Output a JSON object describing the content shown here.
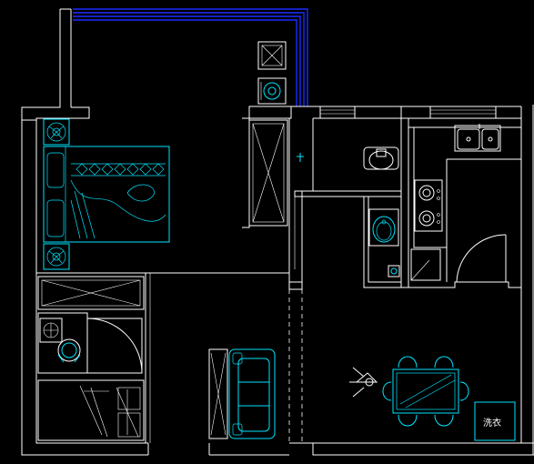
{
  "drawing": {
    "background": "#000000",
    "wall_color": "#ffffff",
    "furniture_color": "#00e5ff",
    "railing_color": "#1a2cff",
    "washer_label": "洗衣"
  },
  "elements": [
    "balcony-railing",
    "exterior-walls",
    "interior-walls",
    "bed",
    "bedside-table-top",
    "bedside-table-bottom",
    "wardrobe",
    "storage-cabinet",
    "toilet",
    "wash-basin",
    "shower-drain",
    "floor-drain",
    "kitchen-sink",
    "gas-stove",
    "kitchen-door",
    "study-desk",
    "chair",
    "shelf-cabinet",
    "sofa",
    "tv-cabinet",
    "dining-table",
    "dining-chairs",
    "pendant-lamp",
    "washing-machine"
  ]
}
